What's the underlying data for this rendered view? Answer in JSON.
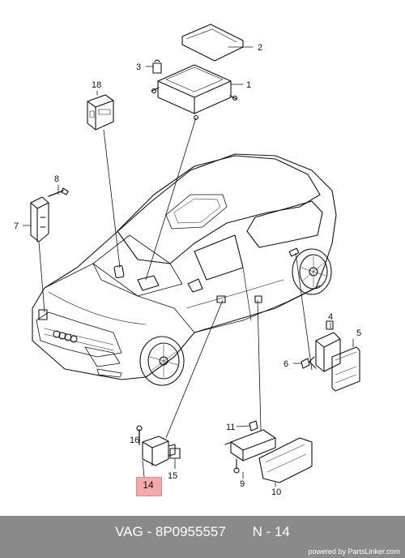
{
  "callouts": {
    "c1": "1",
    "c2": "2",
    "c3": "3",
    "c4": "4",
    "c5": "5",
    "c6": "6",
    "c7": "7",
    "c8": "8",
    "c9": "9",
    "c10": "10",
    "c11": "11",
    "c14": "14",
    "c15": "15",
    "c16": "16",
    "c18": "18"
  },
  "highlight": {
    "label": "14",
    "color": "#f4a9aa"
  },
  "footer": {
    "brand": "VAG - ",
    "part_number": "8P0955557",
    "position": "N - 14",
    "credit": "powered by PartsLinker.com",
    "background": "#8a8a8a"
  }
}
